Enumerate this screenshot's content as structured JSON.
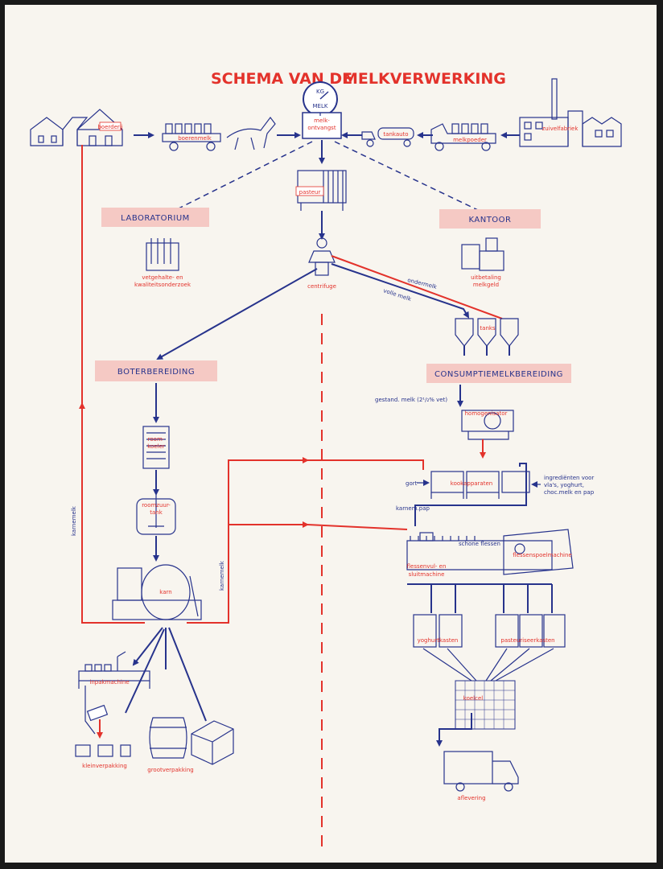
{
  "title": {
    "left": "SCHEMA VAN DE",
    "right": "MELKVERWERKING",
    "dial_top": "KG",
    "dial_bottom": "MELK"
  },
  "sections": {
    "laboratorium": "LABORATORIUM",
    "kantoor": "KANTOOR",
    "boterbereiding": "BOTERBEREIDING",
    "consumptiemelk": "CONSUMPTIEMELKBEREIDING"
  },
  "labels": {
    "boerderij": "boerderij",
    "boerenmelk": "boerenmelk",
    "melkontvangst_1": "melk-",
    "melkontvangst_2": "ontvangst",
    "tankauto": "tankauto",
    "melkpoeder": "melkpoeder",
    "zuivelfabriek": "zuivelfabriek",
    "pasteur": "pasteur",
    "vetgehalte_1": "vetgehalte- en",
    "vetgehalte_2": "kwaliteitsonderzoek",
    "uitbetaling_1": "uitbetaling",
    "uitbetaling_2": "melkgeld",
    "centrifuge": "centrifuge",
    "ondermelk": "ondermelk",
    "volle_melk": "volle melk",
    "tanks": "tanks",
    "gestand": "gestand. melk (2¹/₂% vet)",
    "homogenisator": "homogenisator",
    "room_1": "room-",
    "room_2": "koeler",
    "roomzuur_1": "roomzuur-",
    "roomzuur_2": "tank",
    "karn": "karn",
    "karnemelk_left": "karnemelk",
    "karnemelk_mid": "karnemelk",
    "gort": "gort",
    "kookapparaten": "kookapparaten",
    "ingredienten_1": "ingrediënten voor",
    "ingredienten_2": "vla's, yoghurt,",
    "ingredienten_3": "choc.melk en pap",
    "karnempap": "karnem.pap",
    "schone_flessen": "schone flessen",
    "flessenspoel": "flessenspoelmachine",
    "flessenvul_1": "flessenvul- en",
    "flessenvul_2": "sluitmachine",
    "yoghurtkasten": "yoghurtkasten",
    "pasteuriseerkasten": "pasteuriseerkasten",
    "koelcel": "koelcel",
    "aflevering": "aflevering",
    "inpakmachine": "inpakmachine",
    "kleinverpakking": "kleinverpakking",
    "grootverpakking": "grootverpakking"
  },
  "colors": {
    "red": "#e3322b",
    "blue": "#27338c",
    "pink": "#f5c9c4",
    "paper": "#f8f5ef"
  }
}
